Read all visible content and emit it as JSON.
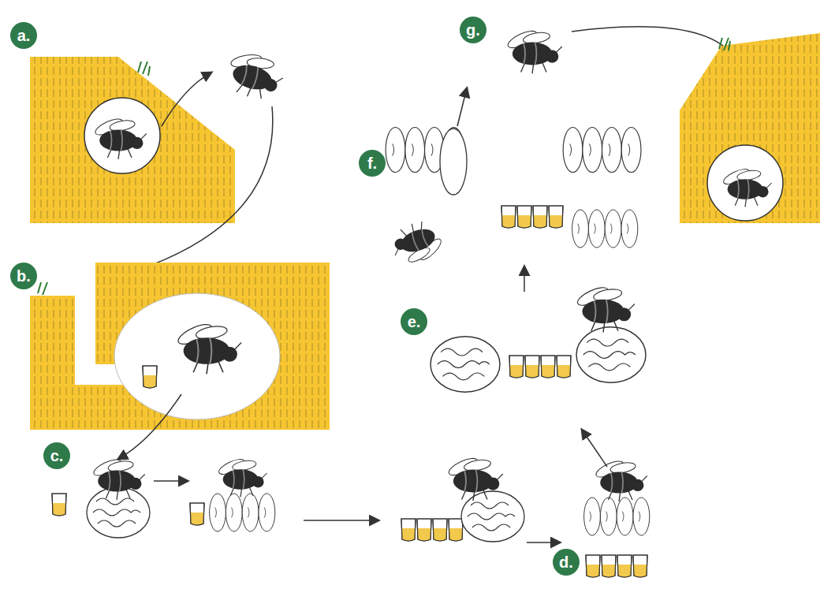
{
  "diagram": {
    "labels": [
      "a.",
      "b.",
      "c.",
      "d.",
      "e.",
      "f.",
      "g."
    ]
  }
}
